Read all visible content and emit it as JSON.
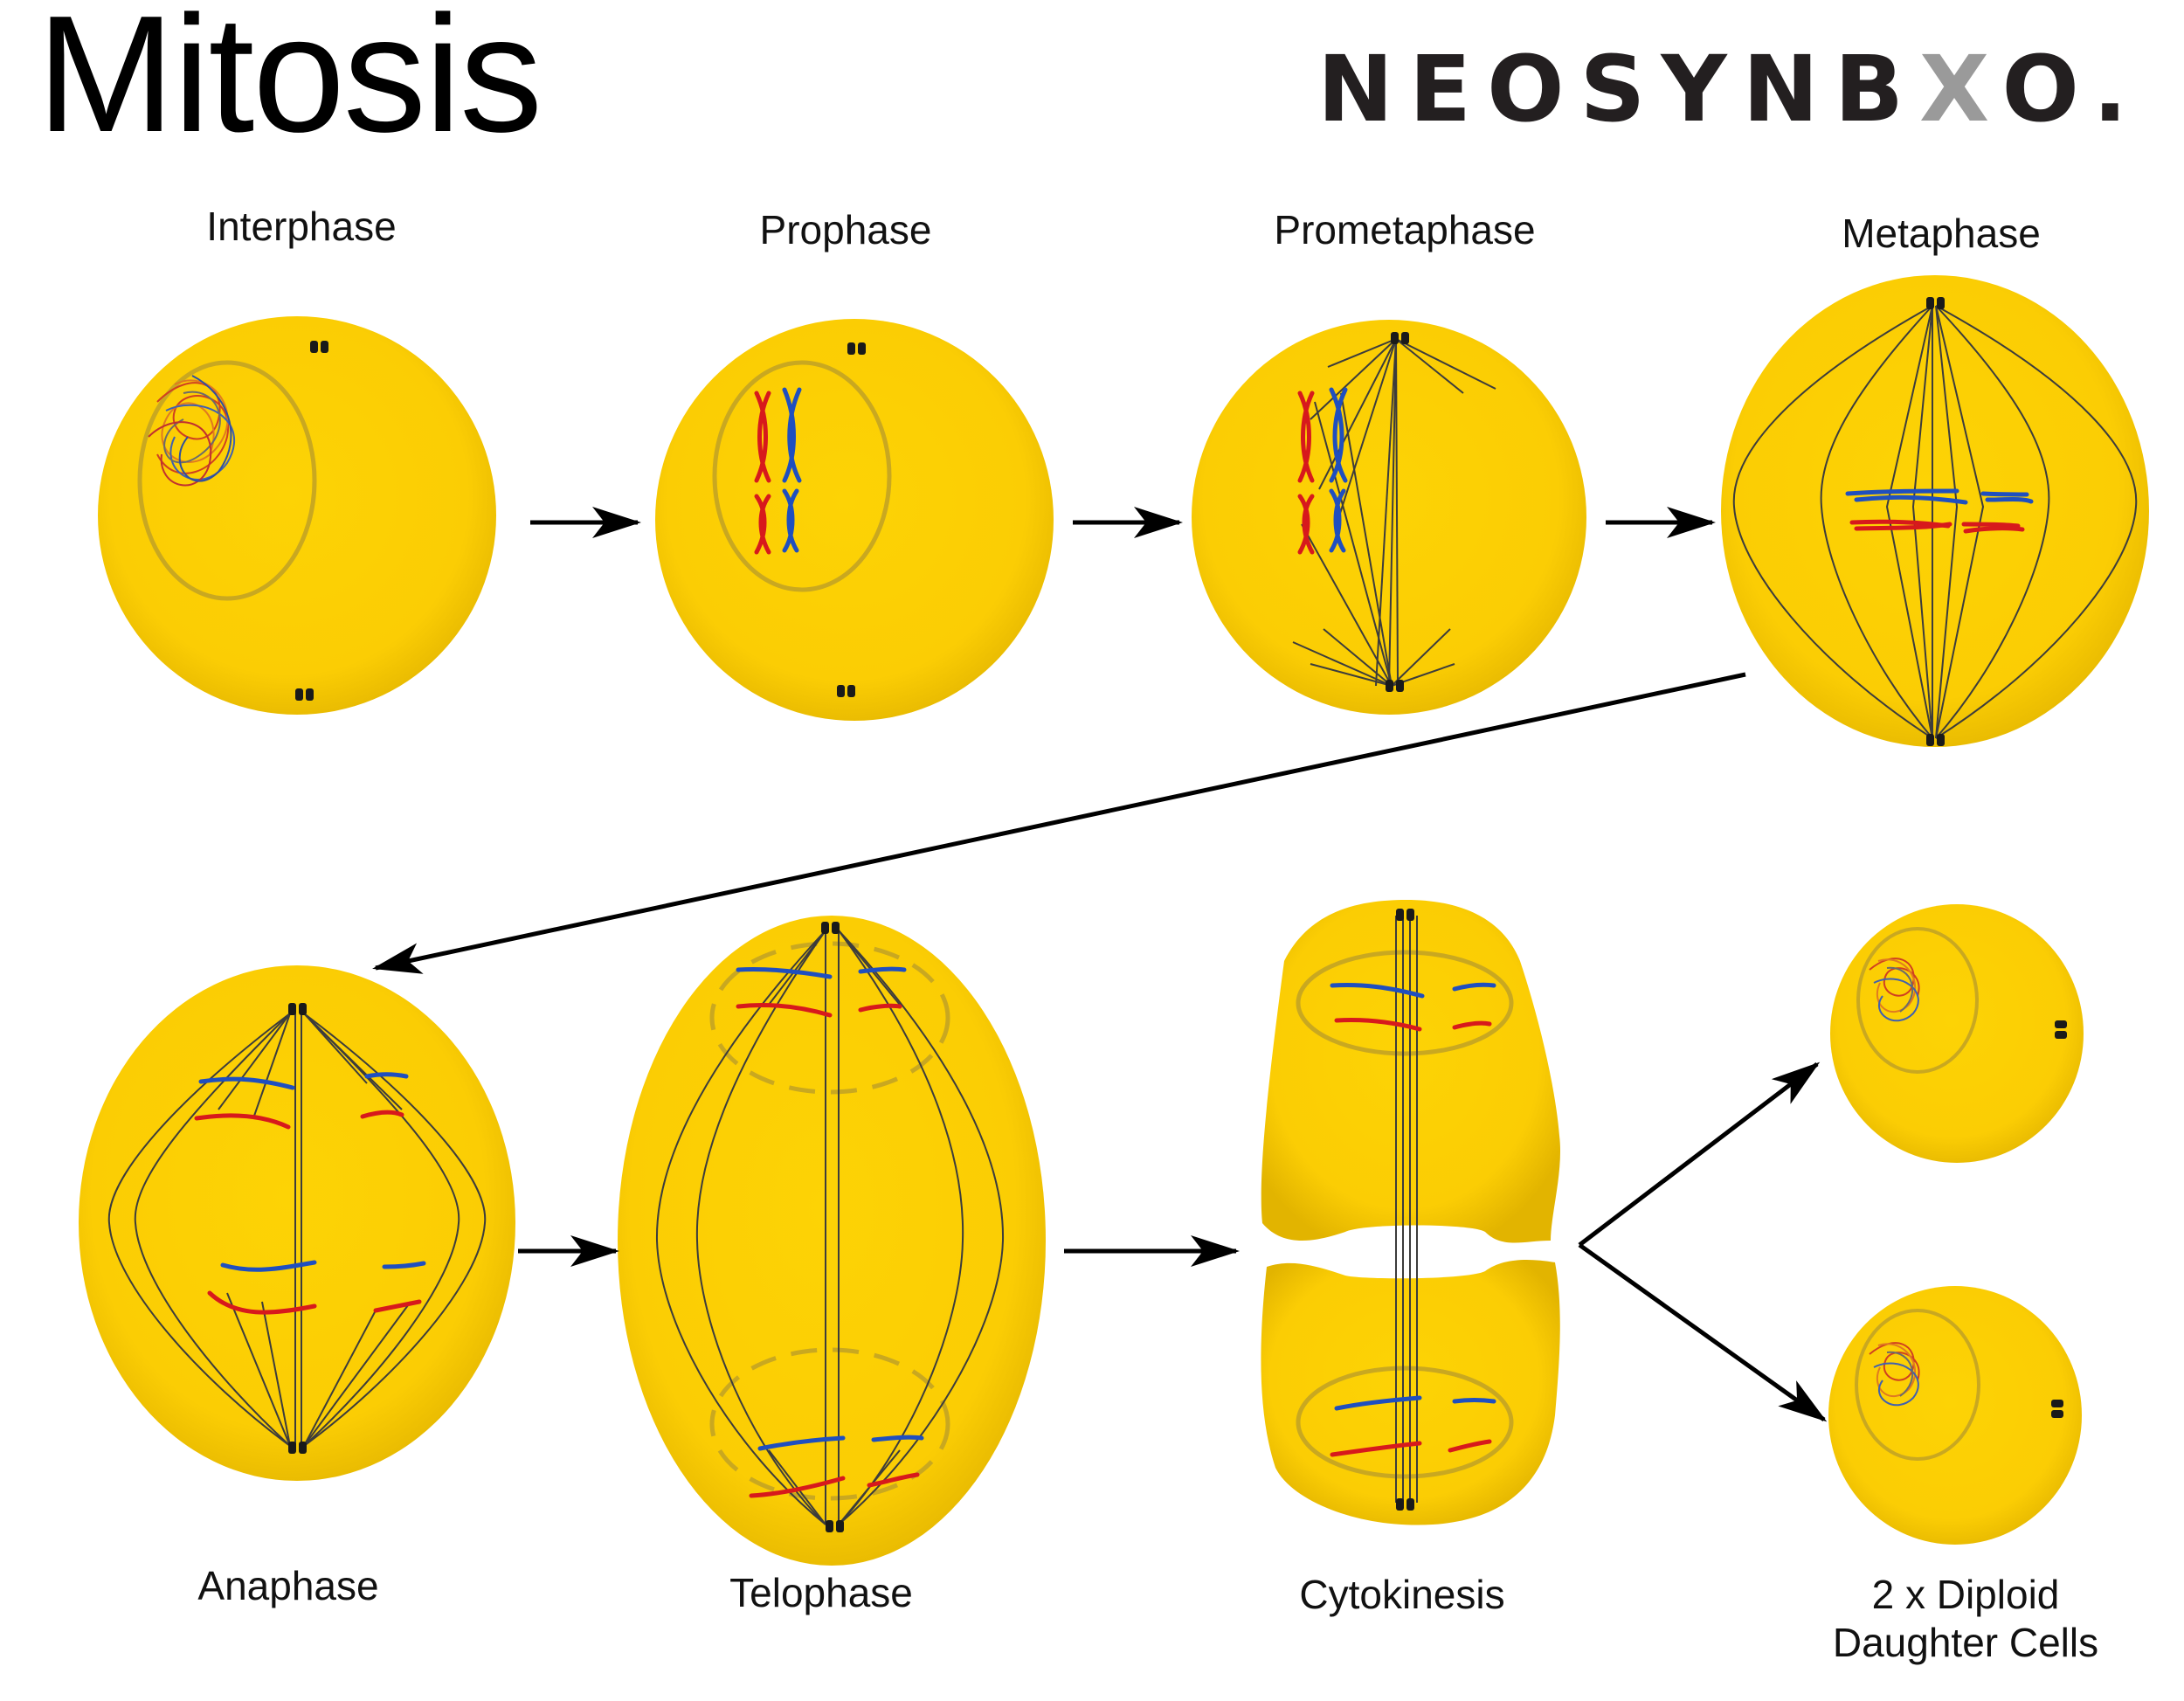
{
  "title": "Mitosis",
  "logo": {
    "before": "NEOSYNB",
    "mark": "X",
    "after": "O."
  },
  "stages": [
    "Interphase",
    "Prophase",
    "Prometaphase",
    "Metaphase",
    "Anaphase",
    "Telophase",
    "Cytokinesis"
  ],
  "final": {
    "line1": "2 x Diploid",
    "line2": "Daughter Cells"
  },
  "colors": {
    "cell": "#fdd205",
    "cell_shade": "#e6b800",
    "membrane": "#c9a820",
    "chrom_red": "#d7191c",
    "chrom_blue": "#1f4fbf",
    "fiber": "#3c3c3c",
    "arrow": "#000000"
  }
}
